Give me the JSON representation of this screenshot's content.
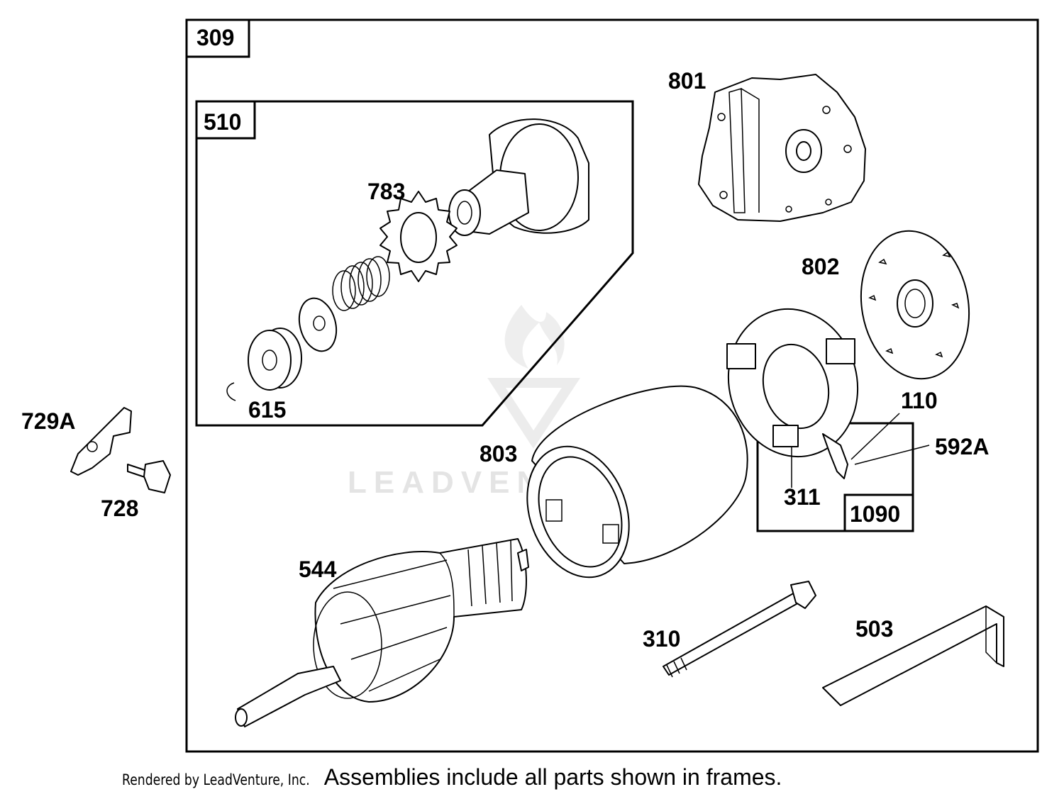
{
  "frames": {
    "main": "309",
    "drive": "510",
    "brush": "1090"
  },
  "labels": {
    "p801": "801",
    "p783": "783",
    "p802": "802",
    "p615": "615",
    "p110": "110",
    "p729A": "729A",
    "p592A": "592A",
    "p803": "803",
    "p728": "728",
    "p311": "311",
    "p544": "544",
    "p310": "310",
    "p503": "503"
  },
  "watermark": "LEADVENTURE",
  "footer": {
    "credit": "Rendered by LeadVenture, Inc.",
    "note": "Assemblies include all parts shown in frames."
  }
}
